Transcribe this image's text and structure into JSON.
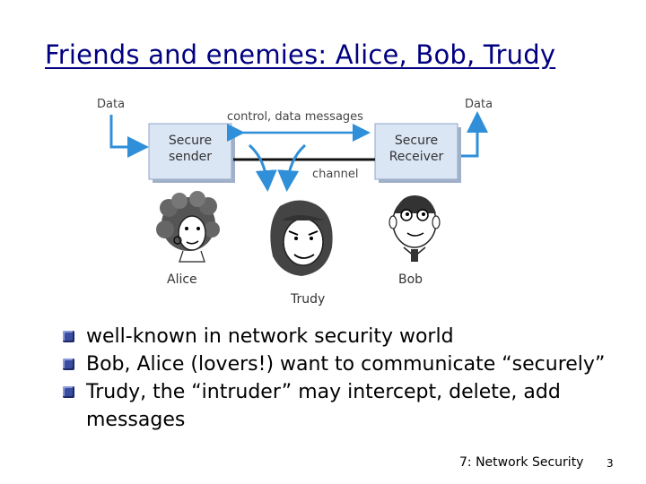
{
  "slide": {
    "title": "Friends and enemies: Alice, Bob, Trudy",
    "diagram": {
      "data_left": "Data",
      "data_right": "Data",
      "control_label": "control, data messages",
      "channel_label": "channel",
      "sender_line1": "Secure",
      "sender_line2": "sender",
      "receiver_line1": "Secure",
      "receiver_line2": "Receiver",
      "alice": "Alice",
      "bob": "Bob",
      "trudy": "Trudy",
      "box_color": "#dbe6f5",
      "arrow_color": "#2f8fd8"
    },
    "bullets": [
      "well-known in network security world",
      "Bob, Alice (lovers!) want to communicate “securely”",
      "Trudy, the “intruder” may intercept, delete, add messages"
    ],
    "footer": {
      "chapter": "7: Network Security",
      "page": "3"
    }
  }
}
